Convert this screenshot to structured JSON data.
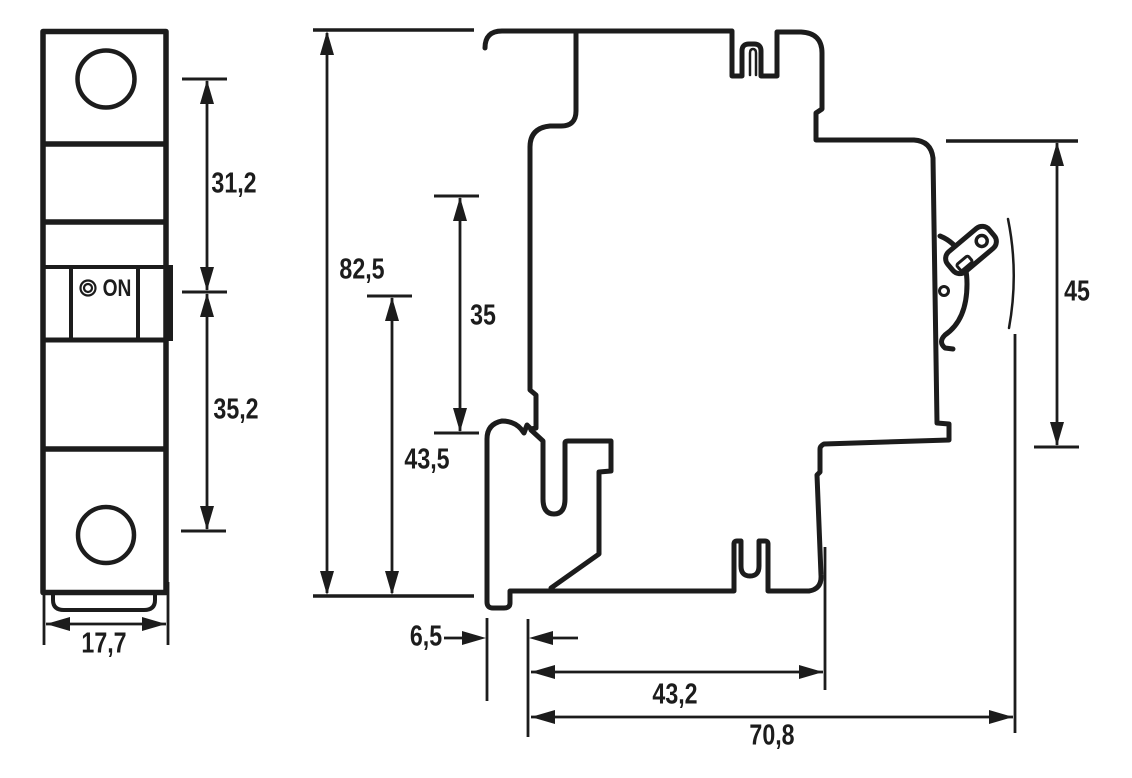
{
  "drawing": {
    "type": "technical dimensional drawing",
    "subject": "DIN-rail miniature circuit breaker, front view and side view",
    "unit": "mm"
  },
  "front_view": {
    "switch_label": "ON",
    "dims": {
      "terminal_to_switch": "31,2",
      "switch_to_terminal": "35,2",
      "width": "17,7"
    }
  },
  "side_view": {
    "dims": {
      "total_height": "82,5",
      "rear_height": "43,5",
      "rail_recess_height": "35",
      "front_face_height": "45",
      "foot_offset": "6,5",
      "body_depth": "43,2",
      "total_depth": "70,8"
    }
  },
  "colors": {
    "line": "#1c1c1c",
    "background": "#ffffff"
  }
}
